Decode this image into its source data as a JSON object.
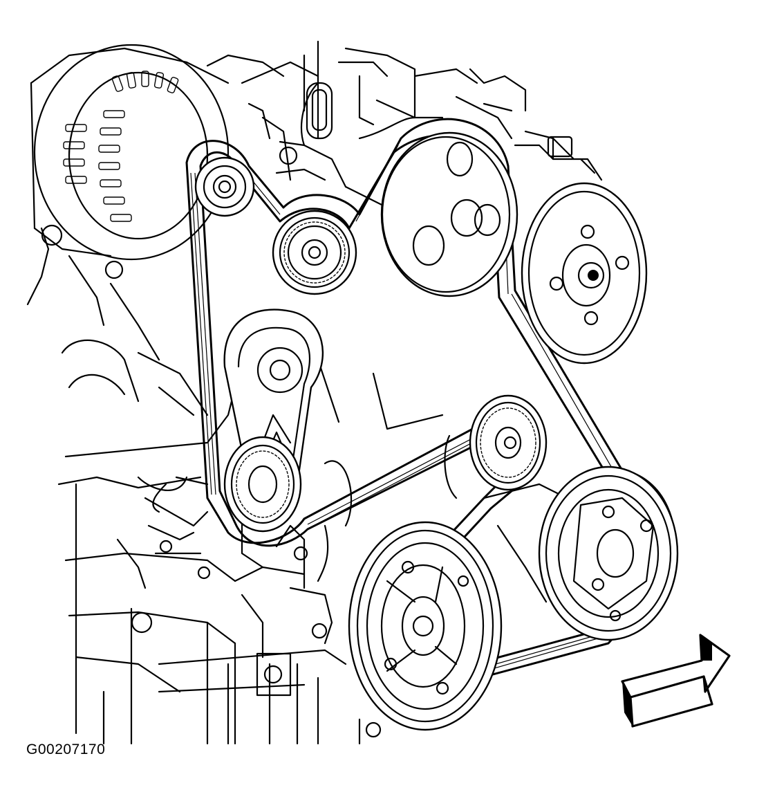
{
  "figure": {
    "id_label": "G00207170"
  },
  "diagram": {
    "kind": "serpentine drive belt routing, line art",
    "components": [
      "generator-pulley",
      "idler-pulley-upper",
      "power-steering-pump-pulley",
      "water-pump-pulley",
      "belt-tensioner",
      "idler-pulley-lower",
      "crankshaft-balancer",
      "ac-compressor-pulley",
      "drive-belt",
      "front-of-vehicle-arrow"
    ],
    "arrow_icon": "front-of-vehicle-arrow-icon"
  },
  "colors": {
    "line": "#000000",
    "background": "#ffffff"
  }
}
